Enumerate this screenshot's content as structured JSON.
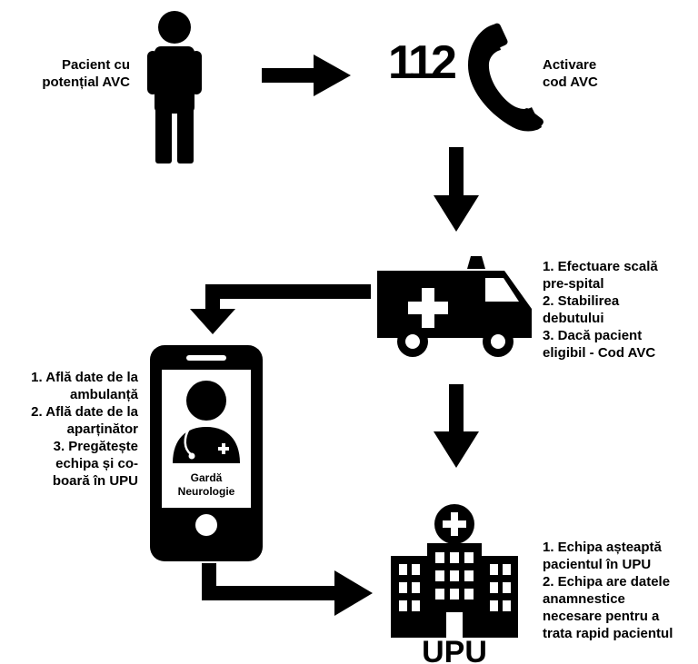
{
  "patient": {
    "label_lines": [
      "Pacient cu",
      "potențial AVC"
    ]
  },
  "emergency_call": {
    "number": "112",
    "label_lines": [
      "Activare",
      "cod AVC"
    ]
  },
  "ambulance": {
    "steps": [
      "1. Efectuare scală",
      "pre-spital",
      "2. Stabilirea",
      "debutului",
      "3. Dacă pacient",
      "eligibil - Cod AVC"
    ]
  },
  "phone": {
    "caption_lines": [
      "Gardă",
      "Neurologie"
    ],
    "steps": [
      "1. Află date de la",
      "ambulanță",
      "2. Află date de la",
      "aparținător",
      "3. Pregătește",
      "echipa și co-",
      "boară în UPU"
    ]
  },
  "hospital": {
    "label": "UPU",
    "steps": [
      "1. Echipa așteaptă",
      "pacientul în UPU",
      "2. Echipa are datele",
      "anamnestice",
      "necesare pentru a",
      "trata rapid pacientul"
    ]
  },
  "colors": {
    "ink": "#000000",
    "paper": "#ffffff"
  }
}
